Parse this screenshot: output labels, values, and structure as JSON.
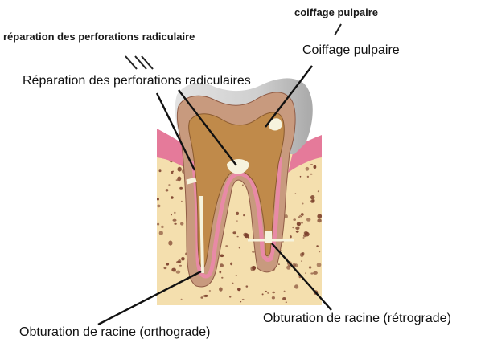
{
  "labels": {
    "coiffage_old": "coiffage pulpaire",
    "reparation_old": "réparation des perforations radiculaire",
    "coiffage_new": "Coiffage pulpaire",
    "reparation_new": "Réparation des perforations radiculaires",
    "retrograde_new": "Obturation de racine (rétrograde)",
    "orthograde_new": "Obturation de racine (orthograde)"
  },
  "colors": {
    "bone": "#f4dfae",
    "bone_speck": "#7a3e2a",
    "gum": "#e57a9a",
    "enamel": "#c9c9c9",
    "dentin": "#c89a7e",
    "pulp": "#c08a4a",
    "filling": "#f6f3dd"
  }
}
